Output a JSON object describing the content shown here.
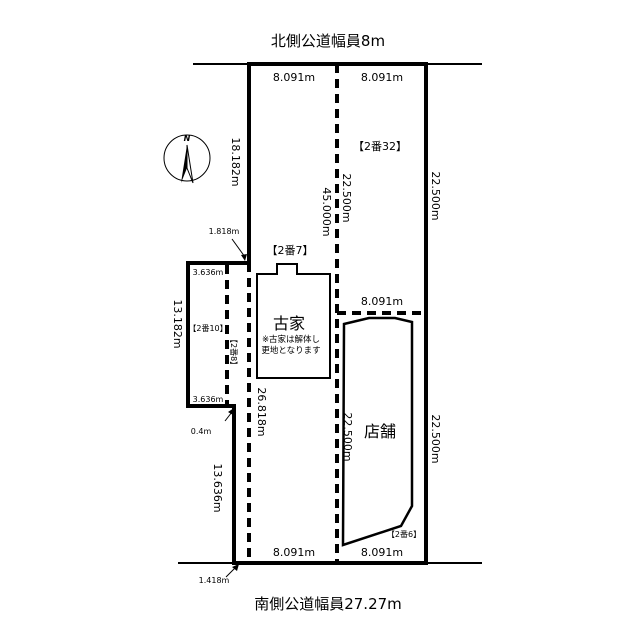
{
  "roads": {
    "north": "北側公道幅員8m",
    "south": "南側公道幅員27.27m"
  },
  "compass": {
    "label": "N"
  },
  "lots": {
    "lot_2_32": "【2番32】",
    "lot_2_7": "【2番7】",
    "lot_2_10": "【2番10】",
    "lot_2_8": "【2番8】",
    "lot_2_6": "【2番6】"
  },
  "buildings": {
    "old_house": "古家",
    "old_house_note_1": "※古家は解体し",
    "old_house_note_2": "更地となります",
    "store": "店舗"
  },
  "dimensions": {
    "top_left_width": "8.091m",
    "top_right_width": "8.091m",
    "bottom_left_width": "8.091m",
    "bottom_right_width": "8.091m",
    "middle_right_width": "8.091m",
    "left_upper_height": "18.182m",
    "center_upper_height": "22.500m",
    "center_total_height": "45.000m",
    "right_upper_height": "22.500m",
    "right_lower_height": "22.500m",
    "center_lower_height": "22.500m",
    "left_middle_height": "26.818m",
    "notch_height": "13.182m",
    "left_lower_height": "13.636m",
    "offset_upper": "1.818m",
    "notch_top_width": "3.636m",
    "notch_bottom_width": "3.636m",
    "offset_small": "0.4m",
    "offset_bottom": "1.418m"
  }
}
